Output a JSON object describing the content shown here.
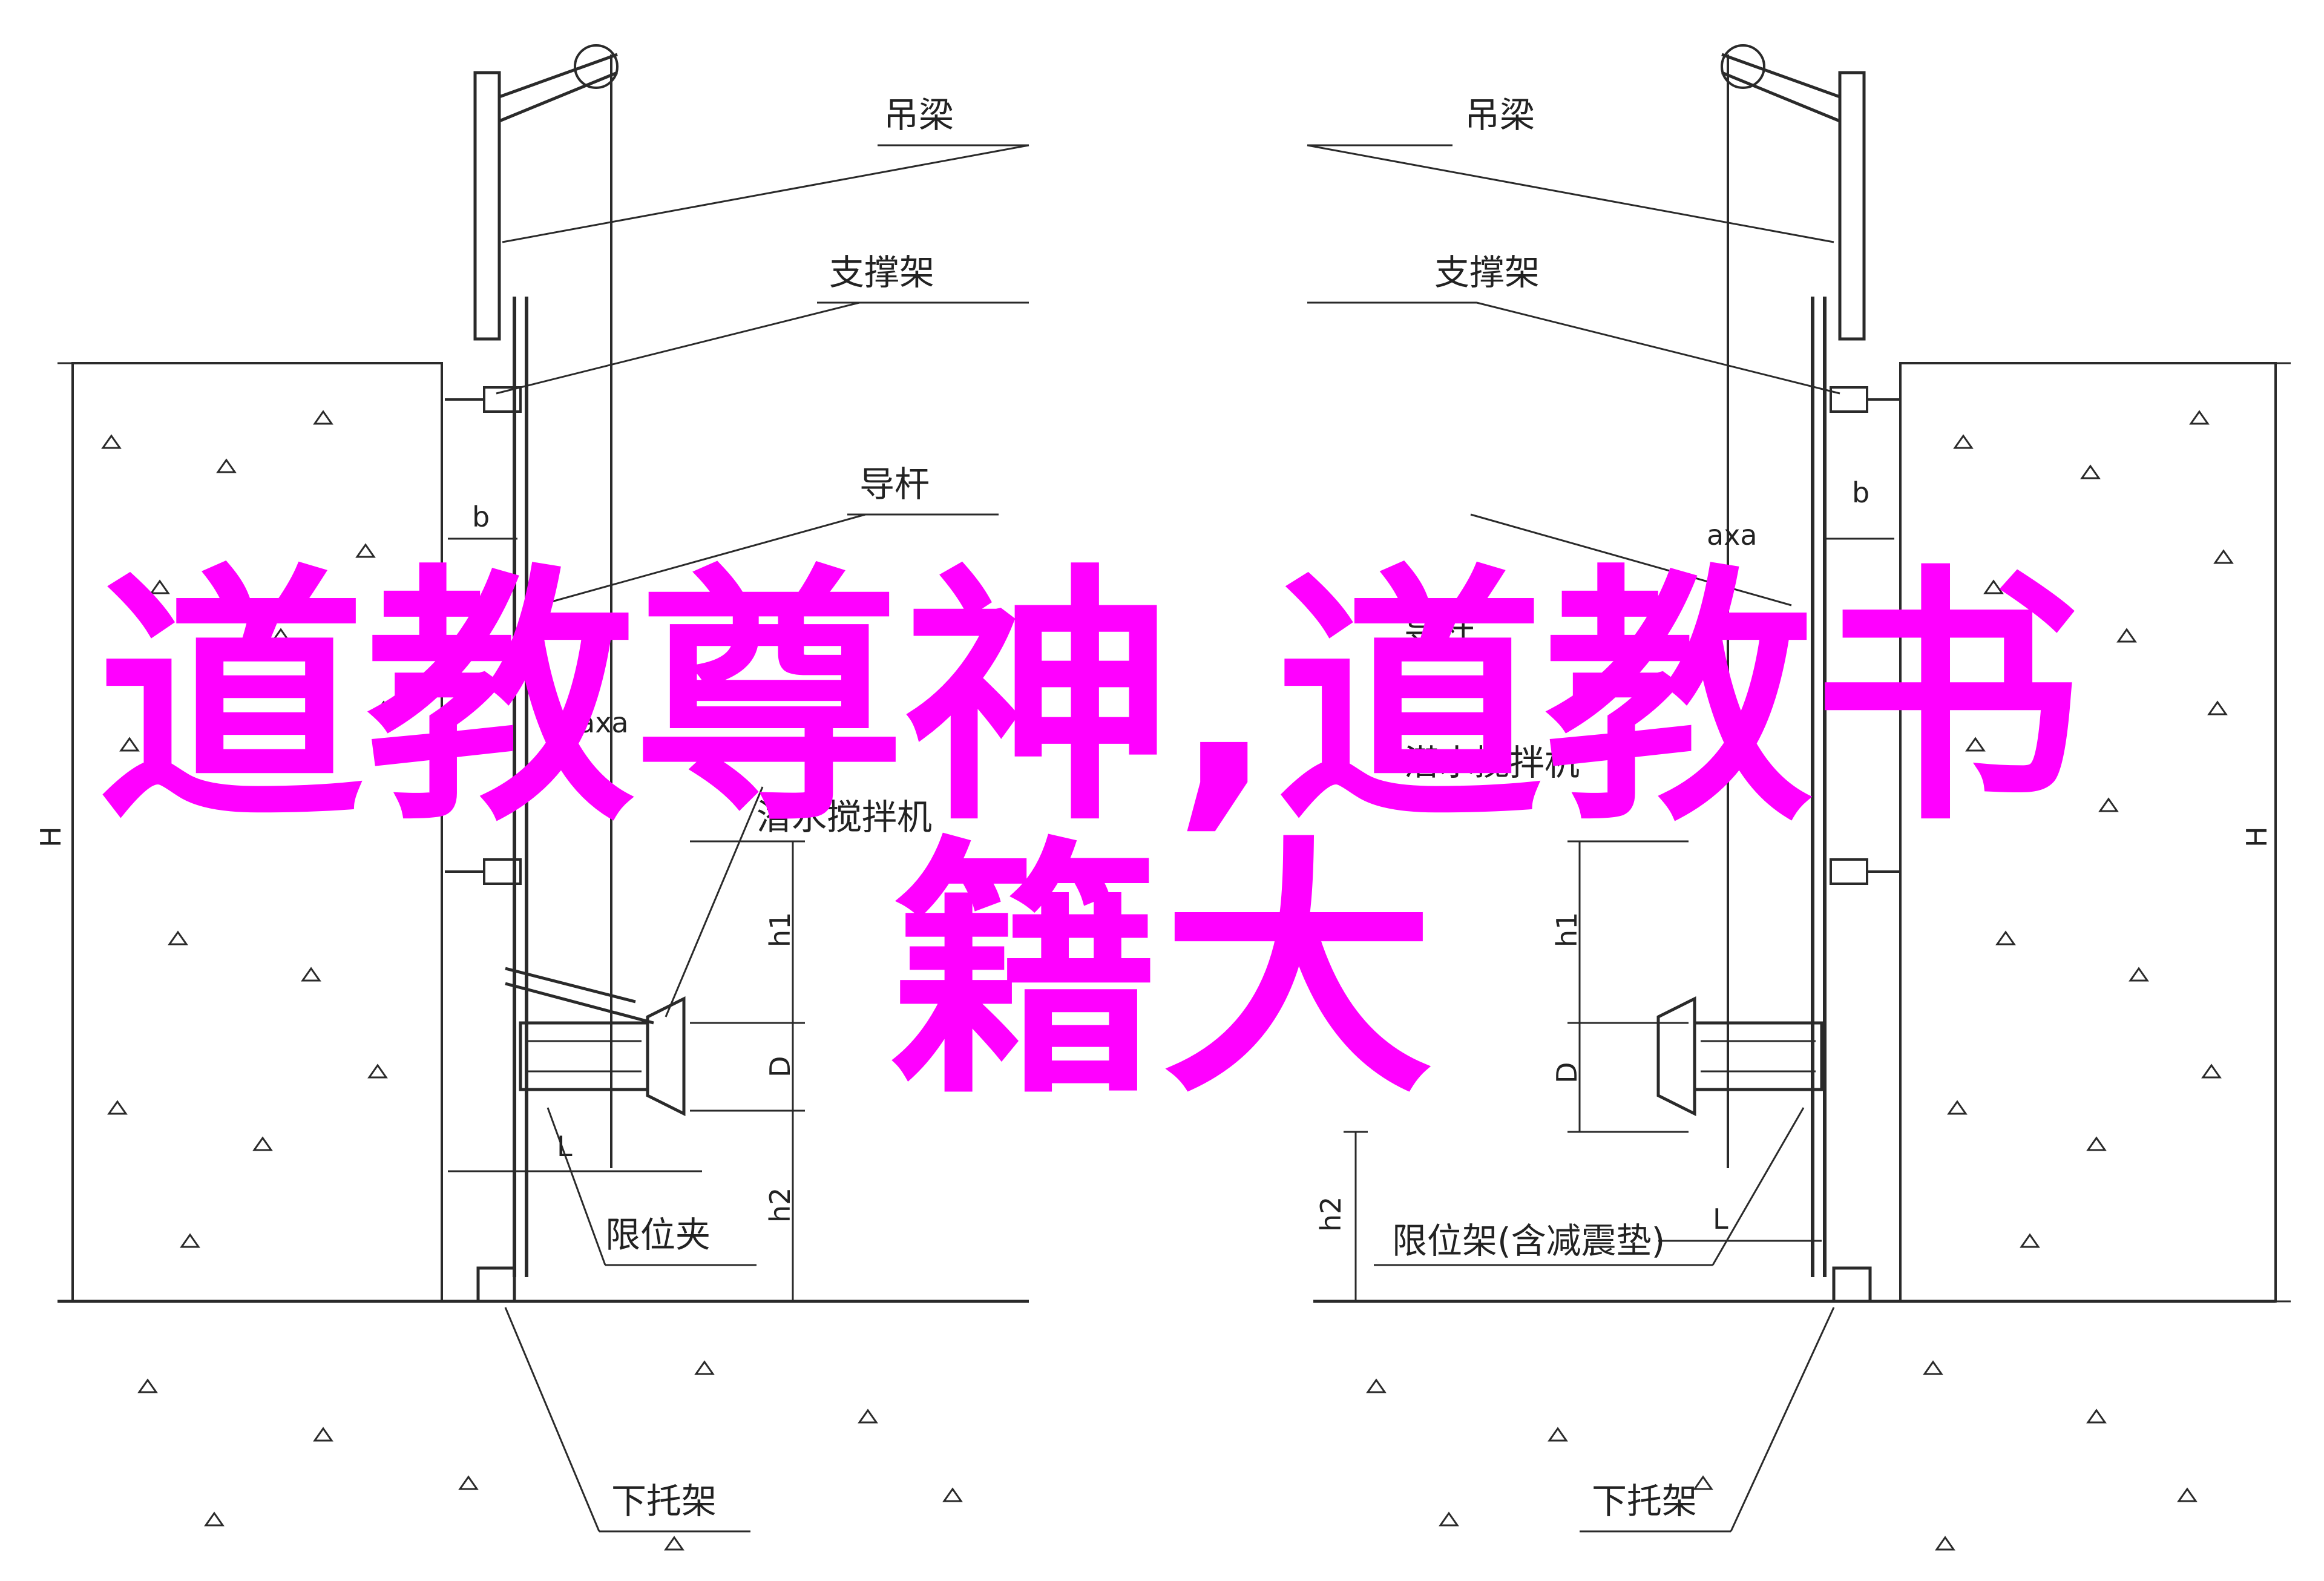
{
  "headline": {
    "line1": "道教尊神,道教书",
    "line2": "籍大",
    "color": "#ff00ff"
  },
  "left_drawing": {
    "labels": {
      "crane_beam": "吊梁",
      "support_frame": "支撑架",
      "guide_rod": "导杆",
      "mixer": "潜水搅拌机",
      "limit_clamp": "限位夹",
      "bottom_bracket": "下托架"
    },
    "dimensions": {
      "b": "b",
      "axa": "axa",
      "h1": "h1",
      "D": "D",
      "L": "L",
      "h2": "h2",
      "H": "H"
    }
  },
  "right_drawing": {
    "labels": {
      "crane_beam": "吊梁",
      "support_frame": "支撑架",
      "guide_rod": "导杆",
      "mixer": "潜水搅拌机",
      "limit_frame": "限位架(含减震垫)",
      "bottom_bracket": "下托架"
    },
    "dimensions": {
      "b": "b",
      "axa": "axa",
      "h1": "h1",
      "D": "D",
      "L": "L",
      "h2": "h2",
      "H": "H"
    }
  },
  "colors": {
    "line": "#2a2a2a",
    "background": "#ffffff",
    "headline": "#ff00ff"
  }
}
